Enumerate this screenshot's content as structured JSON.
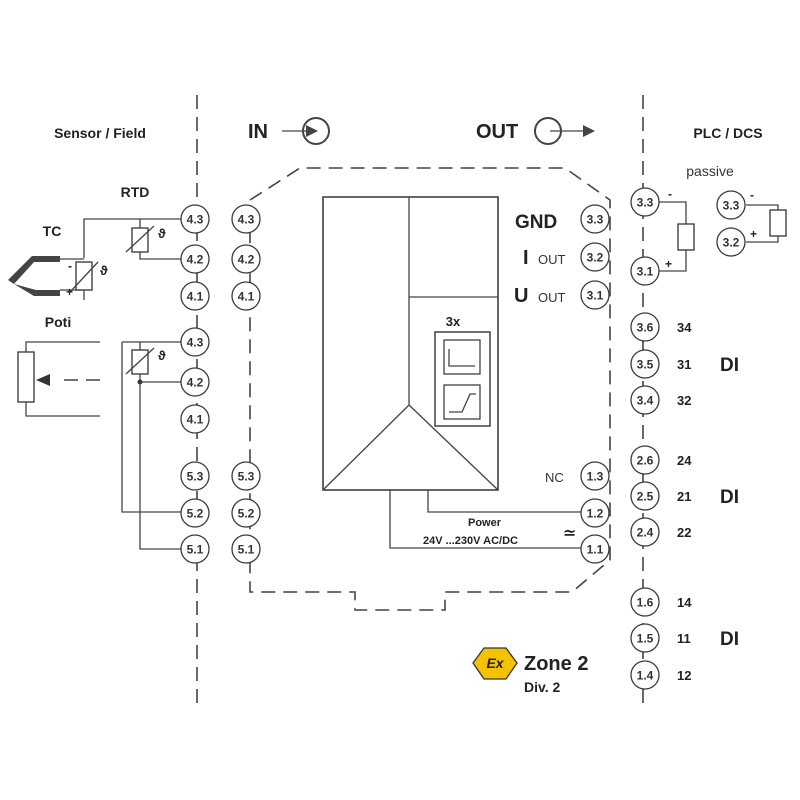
{
  "headers": {
    "sensor_field": "Sensor / Field",
    "in": "IN",
    "out": "OUT",
    "plc_dcs": "PLC / DCS",
    "passive": "passive"
  },
  "sensors": {
    "rtd": "RTD",
    "tc": "TC",
    "poti": "Poti",
    "theta": "ϑ",
    "minus": "-",
    "plus": "+"
  },
  "module": {
    "gnd": "GND",
    "i": "I",
    "u": "U",
    "out_sub": "OUT",
    "relay_count": "3x",
    "nc": "NC",
    "power": "Power",
    "supply": "24V ...230V AC/DC",
    "ac_dc_symbol": "≃"
  },
  "terminals": {
    "field": [
      "4.3",
      "4.2",
      "4.1",
      "4.3",
      "4.2",
      "4.1",
      "5.3",
      "5.2",
      "5.1"
    ],
    "input": [
      "4.3",
      "4.2",
      "4.1",
      "5.3",
      "5.2",
      "5.1"
    ],
    "output": [
      "3.3",
      "3.2",
      "3.1",
      "1.3",
      "1.2",
      "1.1"
    ],
    "plc_active": [
      "3.3",
      "3.1"
    ],
    "plc_passive": [
      "3.3",
      "3.2"
    ],
    "di": [
      "3.6",
      "3.5",
      "3.4",
      "2.6",
      "2.5",
      "2.4",
      "1.6",
      "1.5",
      "1.4"
    ]
  },
  "di_numbers": [
    "34",
    "31",
    "32",
    "24",
    "21",
    "22",
    "14",
    "11",
    "12"
  ],
  "di_label": "DI",
  "plc_signs": {
    "minus": "-",
    "plus": "+"
  },
  "zone": {
    "ex_symbol": "Ex",
    "title": "Zone 2",
    "division": "Div. 2",
    "badge_color": "#f5c200"
  }
}
